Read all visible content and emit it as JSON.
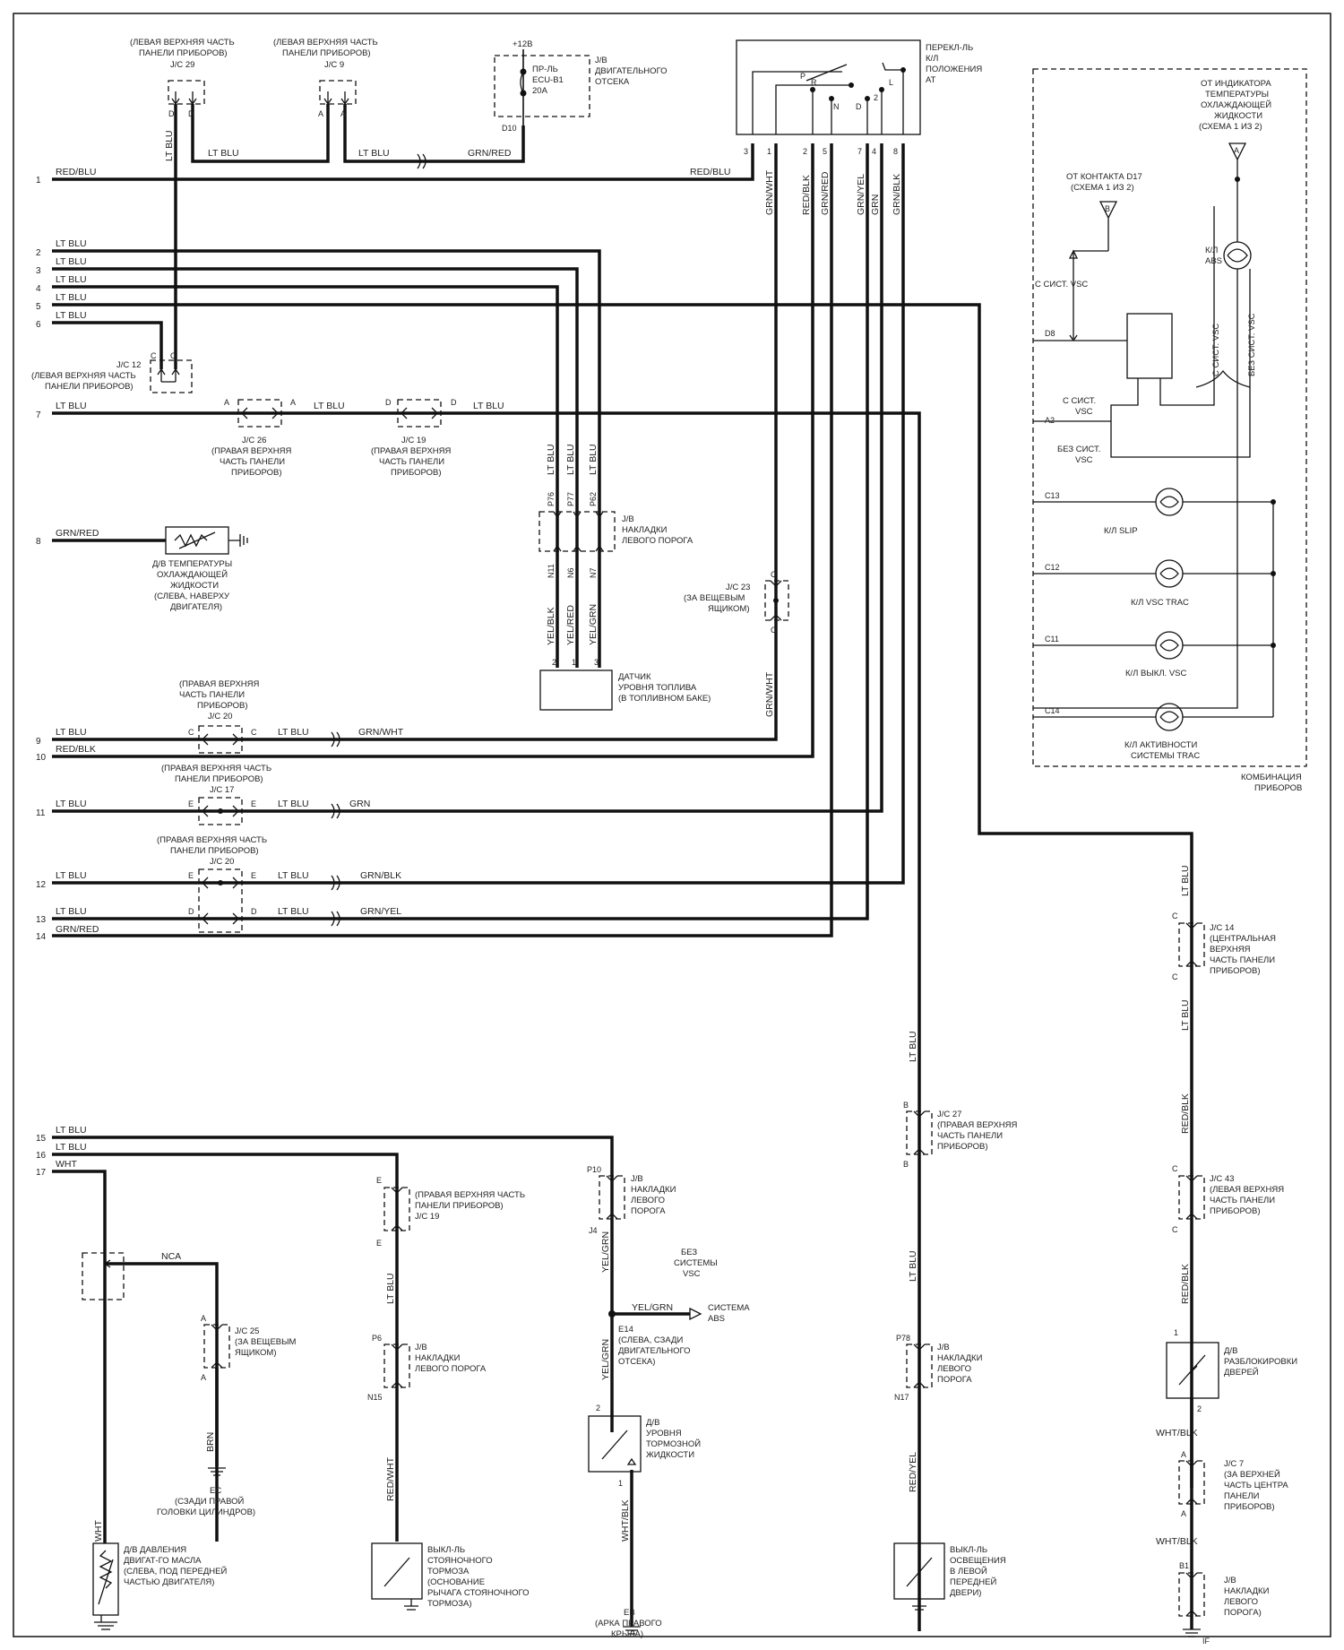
{
  "wire_numbers": [
    "1",
    "2",
    "3",
    "4",
    "5",
    "6",
    "7",
    "8",
    "9",
    "10",
    "11",
    "12",
    "13",
    "14",
    "15",
    "16",
    "17"
  ],
  "wire_colors": {
    "red_blu": "RED/BLU",
    "lt_blu": "LT BLU",
    "grn_red": "GRN/RED",
    "red_blk": "RED/BLK",
    "grn_wht": "GRN/WHT",
    "grn": "GRN",
    "grn_blk": "GRN/BLK",
    "grn_yel": "GRN/YEL",
    "wht": "WHT",
    "brn": "BRN",
    "red_wht": "RED/WHT",
    "yel_grn": "YEL/GRN",
    "wht_blk": "WHT/BLK",
    "red_yel": "RED/YEL",
    "yel_blk": "YEL/BLK",
    "yel_red": "YEL/RED",
    "nca": "NCA"
  },
  "jc29": {
    "loc": [
      "(ЛЕВАЯ ВЕРХНЯЯ ЧАСТЬ",
      "ПАНЕЛИ ПРИБОРОВ)"
    ],
    "name": "J/C 29"
  },
  "jc9": {
    "loc": [
      "(ЛЕВАЯ ВЕРХНЯЯ ЧАСТЬ",
      "ПАНЕЛИ ПРИБОРОВ)"
    ],
    "name": "J/C 9"
  },
  "fuse": {
    "supply": "+12В",
    "label": [
      "ПР-ЛЬ",
      "ECU-B1",
      "20A"
    ],
    "pin": "D10",
    "box": [
      "J/B",
      "ДВИГАТЕЛЬНОГО",
      "ОТСЕКА"
    ]
  },
  "at_switch": {
    "label": [
      "ПЕРЕКЛ-ЛЬ",
      "К/Л",
      "ПОЛОЖЕНИЯ",
      "AT"
    ],
    "positions": [
      "P",
      "R",
      "N",
      "D",
      "2",
      "L"
    ],
    "pins": [
      "3",
      "1",
      "2",
      "5",
      "7",
      "4",
      "8"
    ]
  },
  "jc12": {
    "name": "J/C 12",
    "loc": [
      "(ЛЕВАЯ ВЕРХНЯЯ ЧАСТЬ",
      "ПАНЕЛИ ПРИБОРОВ)"
    ]
  },
  "jc26": {
    "name": "J/C 26",
    "loc": [
      "(ПРАВАЯ ВЕРХНЯЯ",
      "ЧАСТЬ ПАНЕЛИ",
      "ПРИБОРОВ)"
    ]
  },
  "jc19a": {
    "name": "J/C 19",
    "loc": [
      "(ПРАВАЯ ВЕРХНЯЯ",
      "ЧАСТЬ ПАНЕЛИ",
      "ПРИБОРОВ)"
    ]
  },
  "coolant_sensor": [
    "Д/В ТЕМПЕРАТУРЫ",
    "ОХЛАЖДАЮЩЕЙ",
    "ЖИДКОСТИ",
    "(СЛЕВА, НАВЕРХУ",
    "ДВИГАТЕЛЯ)"
  ],
  "jb_sill": [
    "J/B",
    "НАКЛАДКИ",
    "ЛЕВОГО ПОРОГА"
  ],
  "jb_sill_pins_top": [
    "P76",
    "P77",
    "P62"
  ],
  "jb_sill_pins_bottom": [
    "N11",
    "N6",
    "N7"
  ],
  "fuel_sensor": {
    "label": [
      "ДАТЧИК",
      "УРОВНЯ ТОПЛИВА",
      "(В ТОПЛИВНОМ БАКЕ)"
    ],
    "pins": [
      "2",
      "1",
      "3"
    ]
  },
  "jc23": {
    "name": "J/C 23",
    "loc": [
      "(ЗА ВЕЩЕВЫМ",
      "ЯЩИКОМ)"
    ]
  },
  "jc20a": {
    "name": "J/C 20",
    "loc": [
      "(ПРАВАЯ ВЕРХНЯЯ",
      "ЧАСТЬ ПАНЕЛИ",
      "ПРИБОРОВ)"
    ]
  },
  "jc17": {
    "name": "J/C 17",
    "loc": [
      "(ПРАВАЯ ВЕРХНЯЯ ЧАСТЬ",
      "ПАНЕЛИ ПРИБОРОВ)"
    ]
  },
  "jc20b": {
    "name": "J/C 20",
    "loc": [
      "(ПРАВАЯ ВЕРХНЯЯ ЧАСТЬ",
      "ПАНЕЛИ ПРИБОРОВ)"
    ]
  },
  "cluster": {
    "name": [
      "КОМБИНАЦИЯ",
      "ПРИБОРОВ"
    ],
    "from_temp": [
      "ОТ ИНДИКАТОРА",
      "ТЕМПЕРАТУРЫ",
      "ОХЛАЖДАЮЩЕЙ",
      "ЖИДКОСТИ",
      "(СХЕМА 1 ИЗ 2)"
    ],
    "from_d17": [
      "ОТ КОНТАКТА D17",
      "(СХЕМА 1 ИЗ 2)"
    ],
    "abs_lamp": [
      "К/Л",
      "ABS"
    ],
    "with_vsc": "С СИСТ. VSC",
    "without_vsc": "БЕЗ СИСТ. VSC",
    "with_vsc2": [
      "С СИСТ.",
      "VSC"
    ],
    "without_vsc2": [
      "БЕЗ СИСТ.",
      "VSC"
    ],
    "pins": [
      "D8",
      "A2",
      "C13",
      "C12",
      "C11",
      "C14"
    ],
    "lamps": [
      "К/Л SLIP",
      "К/Л VSC TRAC",
      "К/Л ВЫКЛ. VSC"
    ],
    "lamp_trac": [
      "К/Л АКТИВНОСТИ",
      "СИСТЕМЫ TRAC"
    ]
  },
  "jc14": {
    "name": "J/C 14",
    "loc": [
      "(ЦЕНТРАЛЬНАЯ",
      "ВЕРХНЯЯ",
      "ЧАСТЬ ПАНЕЛИ",
      "ПРИБОРОВ)"
    ]
  },
  "jc43": {
    "name": "J/C 43",
    "loc": [
      "(ЛЕВАЯ ВЕРХНЯЯ",
      "ЧАСТЬ ПАНЕЛИ",
      "ПРИБОРОВ)"
    ]
  },
  "door_unlock": [
    "Д/В",
    "РАЗБЛОКИРОВКИ",
    "ДВЕРЕЙ"
  ],
  "jc7": {
    "name": "J/C 7",
    "loc": [
      "(ЗА ВЕРХНЕЙ",
      "ЧАСТЬ ЦЕНТРА",
      "ПАНЕЛИ",
      "ПРИБОРОВ)"
    ]
  },
  "jb_sill_if": {
    "label": [
      "J/B",
      "НАКЛАДКИ",
      "ЛЕВОГО",
      "ПОРОГА)"
    ],
    "pin": "B1",
    "ground": "IF"
  },
  "jc27": {
    "name": "J/C 27",
    "loc": [
      "(ПРАВАЯ ВЕРХНЯЯ",
      "ЧАСТЬ ПАНЕЛИ",
      "ПРИБОРОВ)"
    ]
  },
  "jb_sill_p78": {
    "label": [
      "J/B",
      "НАКЛАДКИ",
      "ЛЕВОГО",
      "ПОРОГА"
    ],
    "pin_top": "P78",
    "pin_bottom": "N17"
  },
  "door_light": [
    "ВЫКЛ-ЛЬ",
    "ОСВЕЩЕНИЯ",
    "В ЛЕВОЙ",
    "ПЕРЕДНЕЙ",
    "ДВЕРИ)"
  ],
  "jb_sill_p10": {
    "label": [
      "J/B",
      "НАКЛАДКИ",
      "ЛЕВОГО",
      "ПОРОГА"
    ],
    "pin_top": "P10",
    "pin_bottom": "J4"
  },
  "no_vsc": [
    "БЕЗ",
    "СИСТЕМЫ",
    "VSC"
  ],
  "abs_system": [
    "СИСТЕМА",
    "ABS"
  ],
  "e14": [
    "E14",
    "(СЛЕВА, СЗАДИ",
    "ДВИГАТЕЛЬНОГО",
    "ОТСЕКА)"
  ],
  "brake_fluid": [
    "Д/В",
    "УРОВНЯ",
    "ТОРМОЗНОЙ",
    "ЖИДКОСТИ"
  ],
  "eb": [
    "EB",
    "(АРКА ПРАВОГО",
    "КРЫЛА)"
  ],
  "jc19b": {
    "name": "J/C 19",
    "loc": [
      "(ПРАВАЯ ВЕРХНЯЯ ЧАСТЬ",
      "ПАНЕЛИ ПРИБОРОВ)"
    ]
  },
  "jb_sill_p6": {
    "label": [
      "J/B",
      "НАКЛАДКИ",
      "ЛЕВОГО ПОРОГА"
    ],
    "pin_top": "P6",
    "pin_bottom": "N15"
  },
  "park_brake": [
    "ВЫКЛ-ЛЬ",
    "СТОЯНОЧНОГО",
    "ТОРМОЗА",
    "(ОСНОВАНИЕ",
    "РЫЧАГА СТОЯНОЧНОГО",
    "ТОРМОЗА)"
  ],
  "jc25": {
    "name": "J/C 25",
    "loc": [
      "(ЗА ВЕЩЕВЫМ",
      "ЯЩИКОМ)"
    ]
  },
  "ec": [
    "EC",
    "(СЗАДИ ПРАВОЙ",
    "ГОЛОВКИ ЦИЛИНДРОВ)"
  ],
  "oil_sensor": [
    "Д/В ДАВЛЕНИЯ",
    "ДВИГАТ-ГО МАСЛА",
    "(СЛЕВА, ПОД ПЕРЕДНЕЙ",
    "ЧАСТЬЮ ДВИГАТЕЛЯ)"
  ],
  "pin_letters": {
    "A": "A",
    "B": "B",
    "C": "C",
    "D": "D",
    "E": "E"
  }
}
